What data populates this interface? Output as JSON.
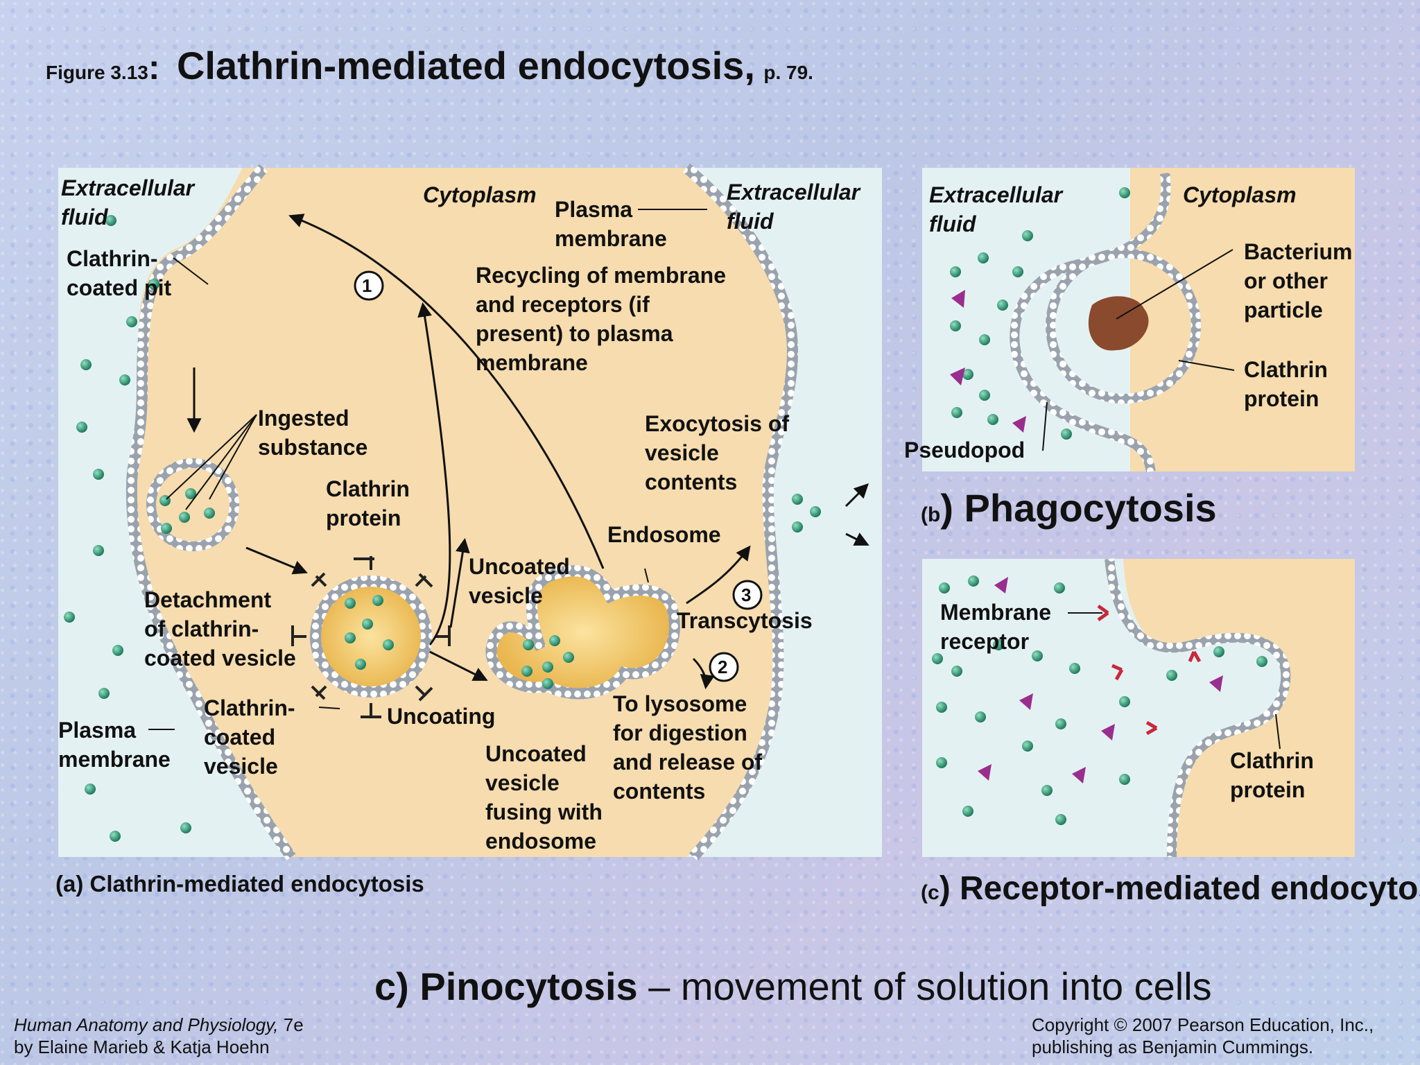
{
  "title": {
    "prefix": "Figure 3.13",
    "colon": ":",
    "main": "Clathrin-mediated endocytosis,",
    "page": "p. 79."
  },
  "panel_a": {
    "extracellular_fluid_left": "Extracellular fluid",
    "cytoplasm": "Cytoplasm",
    "plasma_membrane_top": "Plasma membrane",
    "extracellular_fluid_right": "Extracellular fluid",
    "clathrin_coated_pit": "Clathrin-coated pit",
    "step1": "1",
    "recycling": "Recycling of membrane and receptors (if present) to plasma membrane",
    "ingested_substance": "Ingested substance",
    "exocytosis": "Exocytosis of vesicle contents",
    "clathrin_protein": "Clathrin protein",
    "endosome": "Endosome",
    "uncoated_vesicle": "Uncoated vesicle",
    "step3": "3",
    "transcytosis": "Transcytosis",
    "detachment": "Detachment of clathrin-coated vesicle",
    "step2": "2",
    "lysosome": "To lysosome for digestion and release of contents",
    "clathrin_coated_vesicle": "Clathrin-coated vesicle",
    "uncoating": "Uncoating",
    "plasma_membrane_bottom": "Plasma membrane",
    "uncoated_fusing": "Uncoated vesicle fusing with endosome",
    "caption": "(a) Clathrin-mediated endocytosis"
  },
  "panel_b": {
    "extracellular_fluid": "Extracellular fluid",
    "cytoplasm": "Cytoplasm",
    "bacterium": "Bacterium or other particle",
    "clathrin_protein": "Clathrin protein",
    "pseudopod": "Pseudopod",
    "caption_letter": "(b",
    "caption": ") Phagocytosis"
  },
  "panel_c": {
    "membrane_receptor": "Membrane receptor",
    "clathrin_protein": "Clathrin protein",
    "caption_letter": "(c",
    "caption": ") Receptor-mediated endocytosis"
  },
  "bottom_heading": {
    "bold": "c) Pinocytosis",
    "rest": " – movement of solution  into cells"
  },
  "footer": {
    "book_title": "Human Anatomy and Physiology,",
    "edition": " 7e",
    "authors": "by Elaine Marieb & Katja Hoehn",
    "copyright_line1": "Copyright © 2007 Pearson Education, Inc.,",
    "copyright_line2": "publishing as Benjamin Cummings."
  },
  "colors": {
    "cytoplasm": "#f6dcae",
    "extracellular": "#e4f1f3",
    "particle": "#2f9c78",
    "ligand": "#9a2e8e",
    "receptor": "#c8283a",
    "bacterium": "#8a4a2e"
  }
}
